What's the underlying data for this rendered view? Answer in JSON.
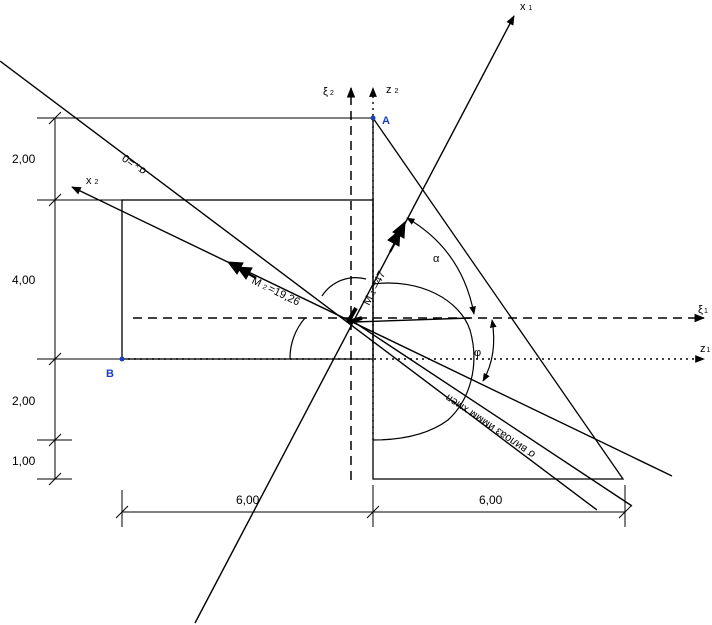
{
  "dimensions": {
    "vertical": [
      "2,00",
      "4,00",
      "2,00",
      "1,00"
    ],
    "horizontal": [
      "6,00",
      "6,00"
    ]
  },
  "points": {
    "a": "A",
    "b": "B"
  },
  "axes": {
    "xi2": {
      "main": "ξ",
      "sub": "2"
    },
    "z2": {
      "main": "z",
      "sub": "2"
    },
    "x1": {
      "main": "x",
      "sub": "1"
    },
    "x2": {
      "main": "x",
      "sub": "2"
    },
    "xi1": {
      "main": "ξ",
      "sub": "1"
    },
    "z1": {
      "main": "z",
      "sub": "1"
    }
  },
  "angles": {
    "alpha": "α",
    "phi": "φ"
  },
  "moments": {
    "m2": {
      "main": "M",
      "sub": "2",
      "value": "=19,26"
    },
    "m1": {
      "main": "M",
      "sub": "1",
      "value": "=47"
    }
  },
  "lines": {
    "zero_stress": {
      "main": "σ",
      "sub": "x",
      "value": "=0"
    },
    "max_stress_label": "σ вилоаз иммм хмеп"
  },
  "colors": {
    "lines": "#000000",
    "points": "#1a3fbf"
  }
}
